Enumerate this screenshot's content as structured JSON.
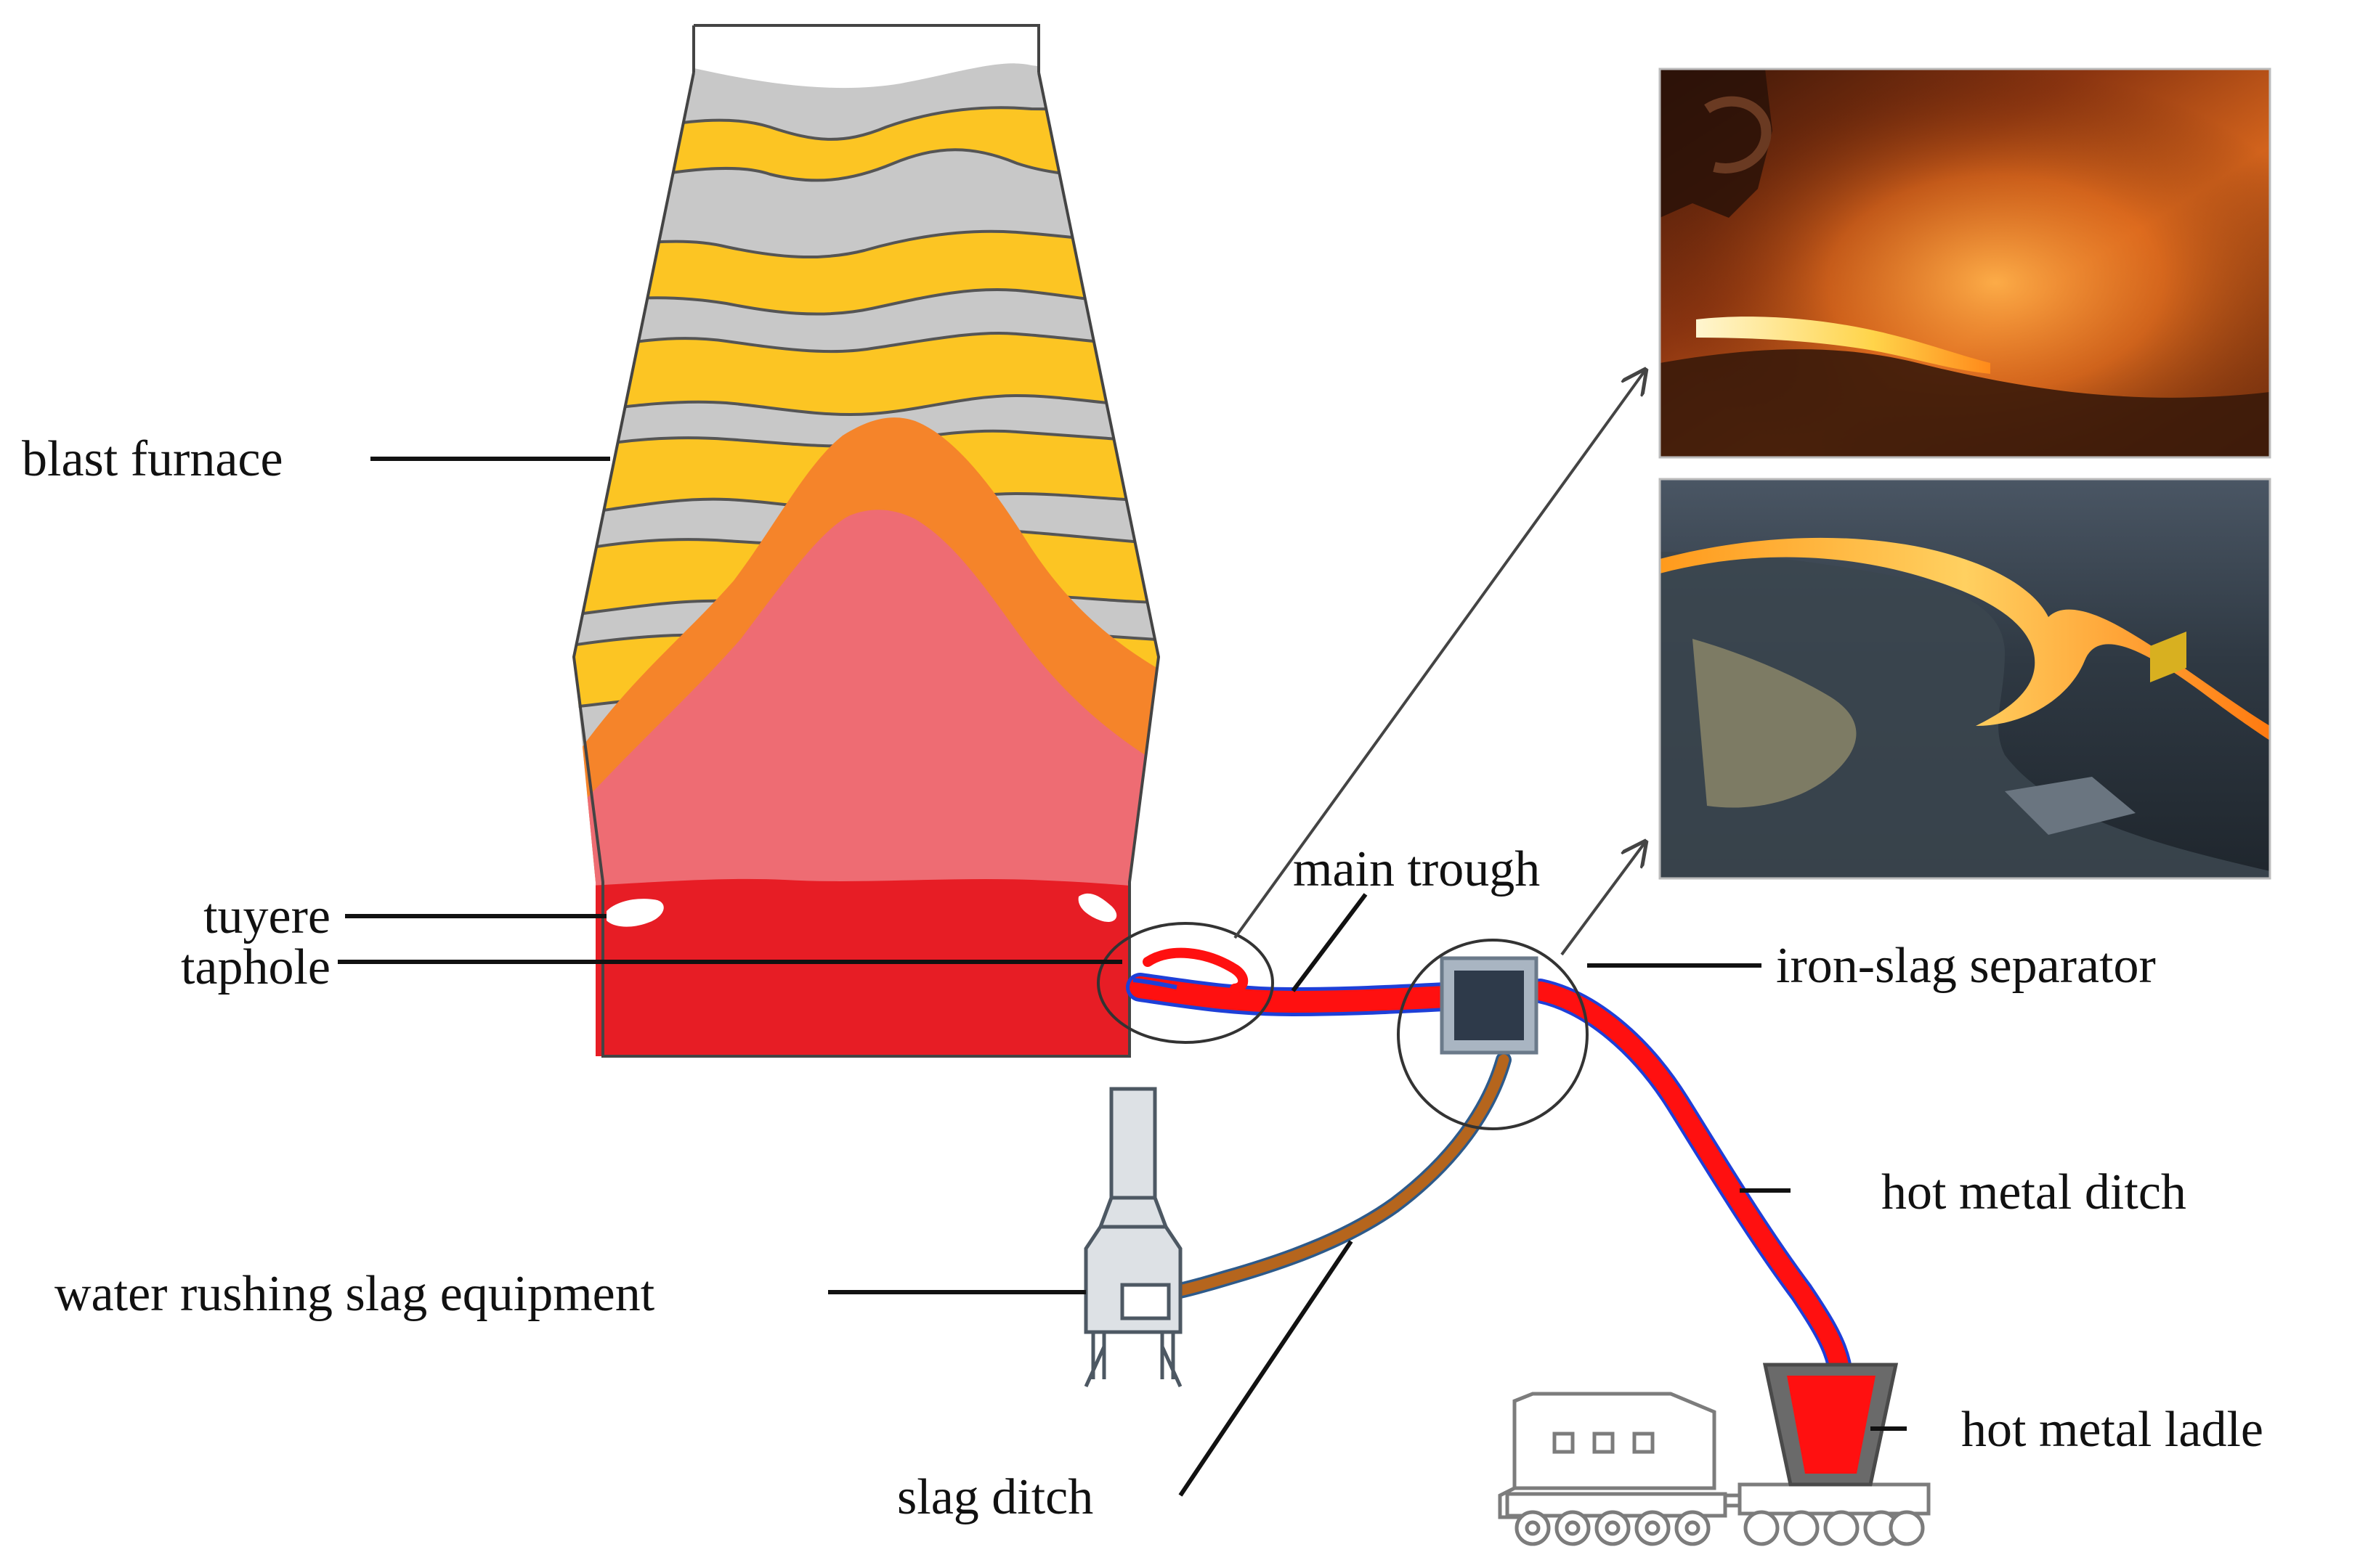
{
  "labels": {
    "blast_furnace": "blast furnace",
    "tuyere": "tuyere",
    "taphole": "taphole",
    "main_trough": "main trough",
    "iron_slag_separator": "iron-slag separator",
    "hot_metal_ditch": "hot metal ditch",
    "water_rushing_slag_equipment": "water rushing slag equipment",
    "slag_ditch": "slag ditch",
    "hot_metal_ladle": "hot metal ladle"
  },
  "colors": {
    "burden_gray": "#c8c8c8",
    "burden_yellow": "#fcc523",
    "cohesive_orange": "#f5842a",
    "soft_zone_pink": "#ee6c73",
    "hearth_red": "#e71d25",
    "hot_metal_red": "#ff1010",
    "channel_blue": "#1e3fd8",
    "slag_brown": "#b5651d",
    "equipment_gray": "#dde1e5",
    "equipment_stroke": "#4d5863",
    "separator_dark": "#2e3a4a"
  },
  "photos": [
    {
      "name": "taphole-tapping-photo",
      "subject": "molten iron jet at taphole"
    },
    {
      "name": "iron-slag-separator-photo",
      "subject": "molten iron flowing in trough"
    }
  ]
}
